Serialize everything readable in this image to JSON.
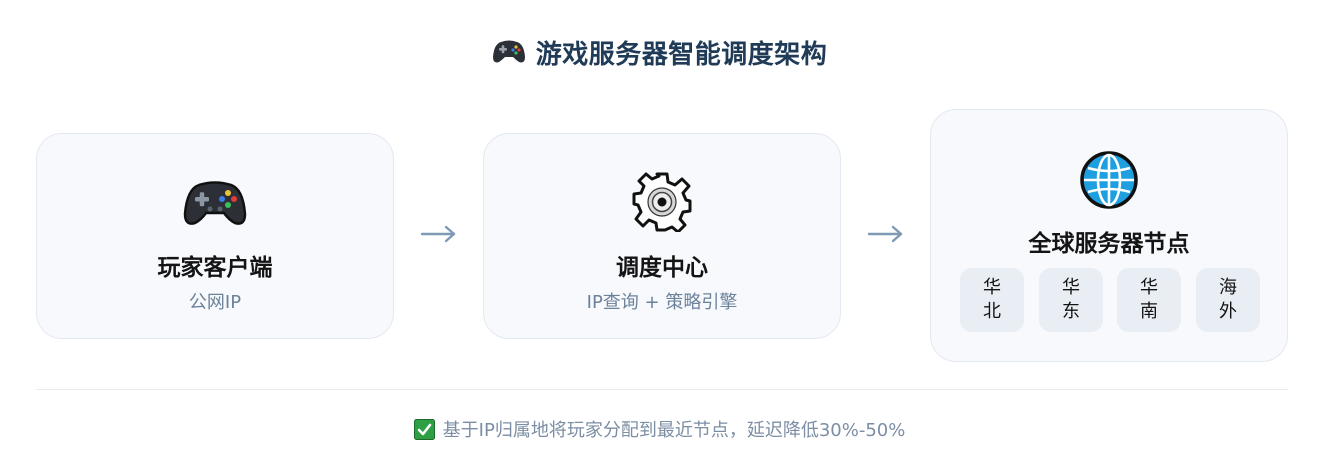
{
  "header": {
    "title": "游戏服务器智能调度架构",
    "icon": "gamepad-icon"
  },
  "cards": {
    "client": {
      "title": "玩家客户端",
      "subtitle": "公网IP",
      "icon": "gamepad-icon"
    },
    "scheduler": {
      "title": "调度中心",
      "subtitle": "IP查询 + 策略引擎",
      "icon": "gear-icon"
    },
    "global": {
      "title": "全球服务器节点",
      "icon": "globe-icon",
      "nodes": [
        "华北",
        "华东",
        "华南",
        "海外"
      ]
    }
  },
  "arrows": [
    "→",
    "→"
  ],
  "footer": {
    "text": "基于IP归属地将玩家分配到最近节点，延迟降低30%-50%",
    "icon": "check-icon"
  },
  "colors": {
    "title": "#1f3b57",
    "card_bg": "#f7f9fc",
    "card_border": "#e3e9f0",
    "subtitle": "#6c819a",
    "arrow": "#7f9ab5",
    "check_green": "#2ea043",
    "globe_blue": "#1e9fe0"
  }
}
